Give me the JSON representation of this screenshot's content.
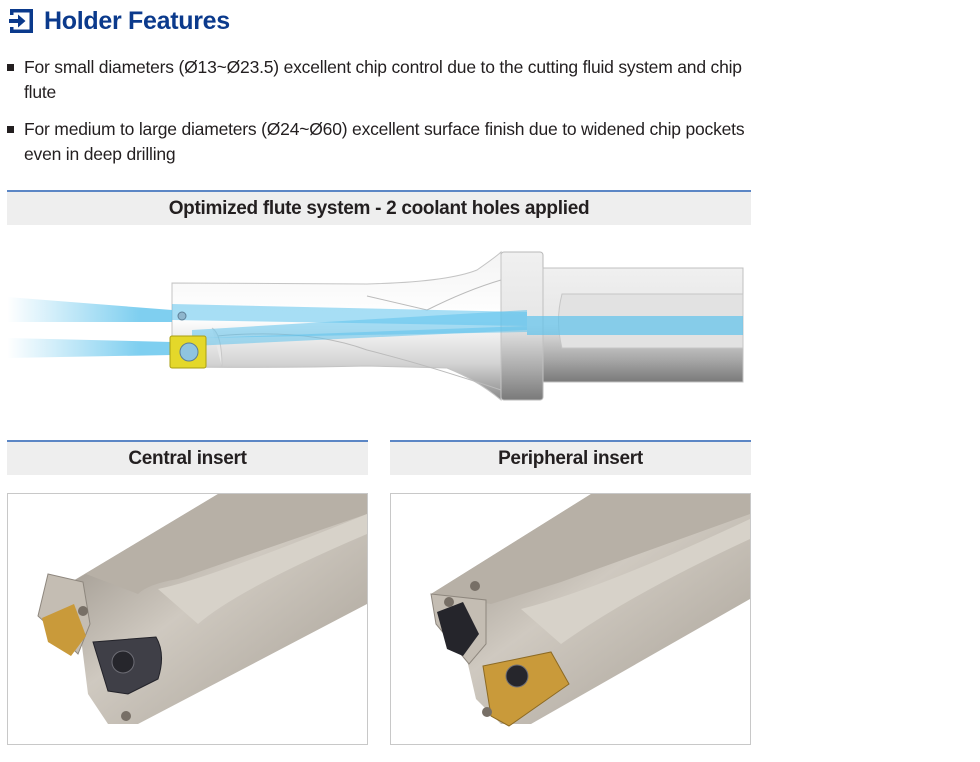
{
  "header": {
    "title": "Holder Features",
    "icon": "arrow-into-box-icon",
    "color": "#0b3a8c"
  },
  "features": [
    {
      "text": "For small diameters (Ø13~Ø23.5) excellent chip control due to the cutting fluid system and chip flute"
    },
    {
      "text": "For medium to large diameters (Ø24~Ø60) excellent surface finish due to widened chip pockets even in deep drilling"
    }
  ],
  "sections": {
    "flute": {
      "title": "Optimized flute system - 2 coolant holes applied",
      "image": "drill-holder-coolant-diagram"
    },
    "central": {
      "title": "Central insert",
      "image": "central-insert-photo"
    },
    "peripheral": {
      "title": "Peripheral insert",
      "image": "peripheral-insert-photo"
    }
  },
  "colors": {
    "section_rule": "#5b86c5",
    "section_bg": "#eeeeee",
    "coolant": "#5fc3ec",
    "insert_yellow": "#e4d82a",
    "insert_gold": "#c99a3a"
  }
}
